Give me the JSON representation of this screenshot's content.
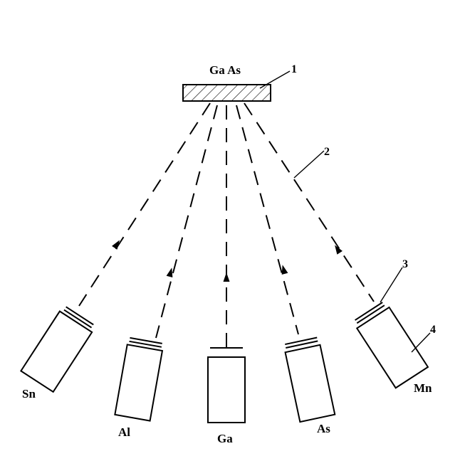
{
  "diagram": {
    "substrate_label": "Ga As",
    "callouts": {
      "c1": "1",
      "c2": "2",
      "c3": "3",
      "c4": "4"
    },
    "sources": [
      {
        "id": "sn",
        "label": "Sn"
      },
      {
        "id": "al",
        "label": "Al"
      },
      {
        "id": "ga",
        "label": "Ga"
      },
      {
        "id": "as",
        "label": "As"
      },
      {
        "id": "mn",
        "label": "Mn"
      }
    ]
  }
}
